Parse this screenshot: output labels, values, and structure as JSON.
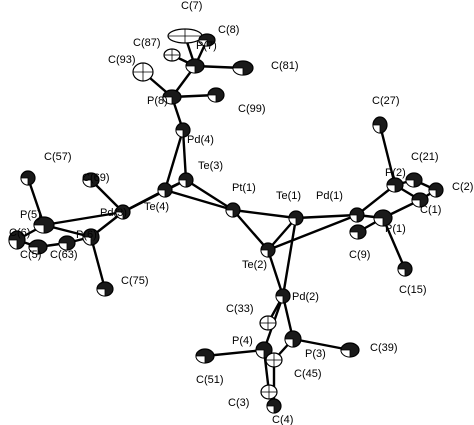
{
  "molecule": {
    "atoms": [
      {
        "id": "C7",
        "label": "C(7)",
        "style": "ellipsoid-light"
      },
      {
        "id": "C8",
        "label": "C(8)",
        "style": "ellipsoid-dark"
      },
      {
        "id": "C87",
        "label": "C(87)",
        "style": "ellipsoid-light"
      },
      {
        "id": "P7",
        "label": "P(7)",
        "style": "ellipsoid-dark"
      },
      {
        "id": "C93",
        "label": "C(93)",
        "style": "ellipsoid-light"
      },
      {
        "id": "C81",
        "label": "C(81)",
        "style": "ellipsoid-dark"
      },
      {
        "id": "P8",
        "label": "P(8)",
        "style": "ellipsoid-dark"
      },
      {
        "id": "C99",
        "label": "C(99)",
        "style": "ellipsoid-dark"
      },
      {
        "id": "Pd4",
        "label": "Pd(4)",
        "style": "ellipsoid-dark"
      },
      {
        "id": "Te3",
        "label": "Te(3)",
        "style": "ellipsoid-dark"
      },
      {
        "id": "Pt1",
        "label": "Pt(1)",
        "style": "ellipsoid-dark"
      },
      {
        "id": "Te4",
        "label": "Te(4)",
        "style": "ellipsoid-dark"
      },
      {
        "id": "Te1",
        "label": "Te(1)",
        "style": "ellipsoid-dark"
      },
      {
        "id": "Pd1",
        "label": "Pd(1)",
        "style": "ellipsoid-dark"
      },
      {
        "id": "Te2",
        "label": "Te(2)",
        "style": "ellipsoid-dark"
      },
      {
        "id": "Pd2",
        "label": "Pd(2)",
        "style": "ellipsoid-dark"
      },
      {
        "id": "Pd3",
        "label": "Pd(3)",
        "style": "ellipsoid-dark"
      },
      {
        "id": "C57",
        "label": "C(57)",
        "style": "ellipsoid-dark"
      },
      {
        "id": "C69",
        "label": "C(69)",
        "style": "ellipsoid-dark"
      },
      {
        "id": "P5",
        "label": "P(5)",
        "style": "ellipsoid-dark"
      },
      {
        "id": "C6",
        "label": "C(6)",
        "style": "ellipsoid-dark"
      },
      {
        "id": "C5",
        "label": "C(5)",
        "style": "ellipsoid-dark"
      },
      {
        "id": "C63",
        "label": "C(63)",
        "style": "ellipsoid-dark"
      },
      {
        "id": "P6",
        "label": "P(6)",
        "style": "ellipsoid-dark"
      },
      {
        "id": "C75",
        "label": "C(75)",
        "style": "ellipsoid-dark"
      },
      {
        "id": "C27",
        "label": "C(27)",
        "style": "ellipsoid-dark"
      },
      {
        "id": "P2",
        "label": "P(2)",
        "style": "ellipsoid-dark"
      },
      {
        "id": "C21",
        "label": "C(21)",
        "style": "ellipsoid-dark"
      },
      {
        "id": "C2",
        "label": "C(2)",
        "style": "ellipsoid-dark"
      },
      {
        "id": "C1",
        "label": "C(1)",
        "style": "ellipsoid-dark"
      },
      {
        "id": "P1",
        "label": "P(1)",
        "style": "ellipsoid-dark"
      },
      {
        "id": "C9",
        "label": "C(9)",
        "style": "ellipsoid-dark"
      },
      {
        "id": "C15",
        "label": "C(15)",
        "style": "ellipsoid-dark"
      },
      {
        "id": "C33",
        "label": "C(33)",
        "style": "ellipsoid-light"
      },
      {
        "id": "P4",
        "label": "P(4)",
        "style": "ellipsoid-dark"
      },
      {
        "id": "P3",
        "label": "P(3)",
        "style": "ellipsoid-dark"
      },
      {
        "id": "C39",
        "label": "C(39)",
        "style": "ellipsoid-dark"
      },
      {
        "id": "C51",
        "label": "C(51)",
        "style": "ellipsoid-dark"
      },
      {
        "id": "C45",
        "label": "C(45)",
        "style": "ellipsoid-light"
      },
      {
        "id": "C3",
        "label": "C(3)",
        "style": "ellipsoid-light"
      },
      {
        "id": "C4",
        "label": "C(4)",
        "style": "ellipsoid-dark"
      }
    ],
    "bonds": [
      [
        "C7",
        "P7"
      ],
      [
        "C8",
        "P7"
      ],
      [
        "C87",
        "P7"
      ],
      [
        "P7",
        "C81"
      ],
      [
        "P7",
        "P8"
      ],
      [
        "C93",
        "P8"
      ],
      [
        "P8",
        "C99"
      ],
      [
        "P8",
        "Pd4"
      ],
      [
        "Pd4",
        "Te3"
      ],
      [
        "Pd4",
        "Te4"
      ],
      [
        "Te3",
        "Te4"
      ],
      [
        "Te3",
        "Pt1"
      ],
      [
        "Te4",
        "Pt1"
      ],
      [
        "Te4",
        "Pd3"
      ],
      [
        "Te3",
        "Pd3"
      ],
      [
        "Pt1",
        "Te2"
      ],
      [
        "Pt1",
        "Te1"
      ],
      [
        "Te1",
        "Pd1"
      ],
      [
        "Te2",
        "Pd1"
      ],
      [
        "Te1",
        "Te2"
      ],
      [
        "Te1",
        "Pd2"
      ],
      [
        "Te2",
        "Pd2"
      ],
      [
        "Pd3",
        "P5"
      ],
      [
        "Pd3",
        "P6"
      ],
      [
        "Pd3",
        "C69"
      ],
      [
        "P5",
        "C57"
      ],
      [
        "P5",
        "C6"
      ],
      [
        "P5",
        "P6"
      ],
      [
        "P6",
        "C63"
      ],
      [
        "P6",
        "C75"
      ],
      [
        "C6",
        "C5"
      ],
      [
        "C5",
        "C63"
      ],
      [
        "Pd1",
        "P2"
      ],
      [
        "Pd1",
        "P1"
      ],
      [
        "P2",
        "C27"
      ],
      [
        "P2",
        "C21"
      ],
      [
        "C21",
        "C2"
      ],
      [
        "C2",
        "C1"
      ],
      [
        "P2",
        "C1"
      ],
      [
        "P1",
        "C1"
      ],
      [
        "P1",
        "C9"
      ],
      [
        "P1",
        "C15"
      ],
      [
        "Pd2",
        "P4"
      ],
      [
        "Pd2",
        "P3"
      ],
      [
        "Pd2",
        "C33"
      ],
      [
        "P3",
        "C39"
      ],
      [
        "P4",
        "C51"
      ],
      [
        "P4",
        "C45"
      ],
      [
        "P3",
        "C45"
      ],
      [
        "P4",
        "C3"
      ],
      [
        "C3",
        "C4"
      ],
      [
        "C45",
        "C4"
      ]
    ]
  }
}
